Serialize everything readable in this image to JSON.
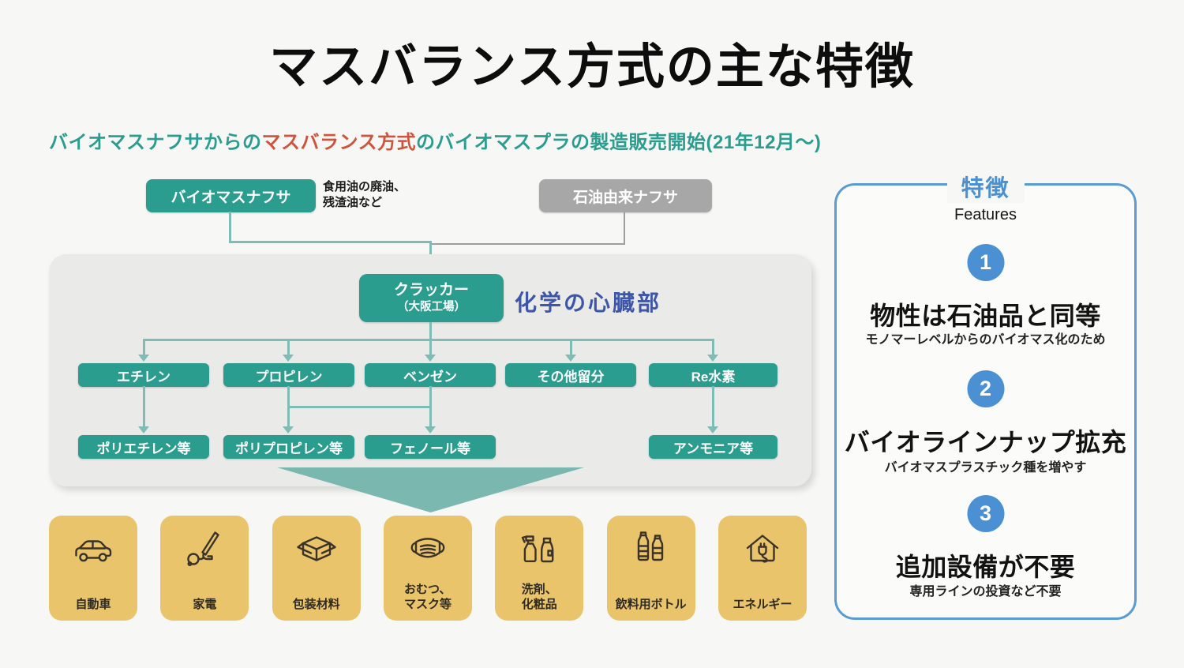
{
  "page": {
    "title": "マスバランス方式の主な特徴"
  },
  "subtitle": {
    "part1": "バイオマスナフサからの",
    "part2": "マスバランス方式",
    "part3": "のバイオマスプラの製造販売開始(21年12月～)"
  },
  "flow": {
    "biomass_naphtha": "バイオマスナフサ",
    "biomass_note_line1": "食用油の廃油、",
    "biomass_note_line2": "残渣油など",
    "petroleum_naphtha": "石油由来ナフサ",
    "cracker_name": "クラッカー",
    "cracker_site": "（大阪工場）",
    "cracker_caption": "化学の心臓部",
    "intermediates": [
      "エチレン",
      "プロピレン",
      "ベンゼン",
      "その他留分",
      "Re水素"
    ],
    "derivatives": [
      "ポリエチレン等",
      "ポリプロピレン等",
      "フェノール等",
      "アンモニア等"
    ]
  },
  "products": [
    {
      "label1": "自動車"
    },
    {
      "label1": "家電"
    },
    {
      "label1": "包装材料"
    },
    {
      "label1": "おむつ、",
      "label2": "マスク等"
    },
    {
      "label1": "洗剤、",
      "label2": "化粧品"
    },
    {
      "label1": "飲料用ボトル"
    },
    {
      "label1": "エネルギー"
    }
  ],
  "features": {
    "title": "特徴",
    "subtitle": "Features",
    "items": [
      {
        "number": "1",
        "heading": "物性は石油品と同等",
        "desc": "モノマーレベルからのバイオマス化のため"
      },
      {
        "number": "2",
        "heading": "バイオラインナップ拡充",
        "desc": "バイオマスプラスチック種を増やす"
      },
      {
        "number": "3",
        "heading": "追加設備が不要",
        "desc": "専用ラインの投資など不要"
      }
    ]
  },
  "colors": {
    "page-bg": "#f7f7f6",
    "teal": "#2a9d8f",
    "teal-line": "#7fbcb5",
    "teal-arrow": "#74b4ac",
    "red": "#d0543c",
    "blue": "#4a90d2",
    "panel-border": "#5b9bd5",
    "dark-blue": "#3d56a9",
    "gray-box": "#a7a7a7",
    "gray-line": "#9e9e9e",
    "container-bg": "#eaeae9",
    "panel-bg": "#fbfbfa",
    "yellow": "#e9c46a",
    "ink": "#1b1b1b",
    "icon-ink": "#3a332b"
  }
}
